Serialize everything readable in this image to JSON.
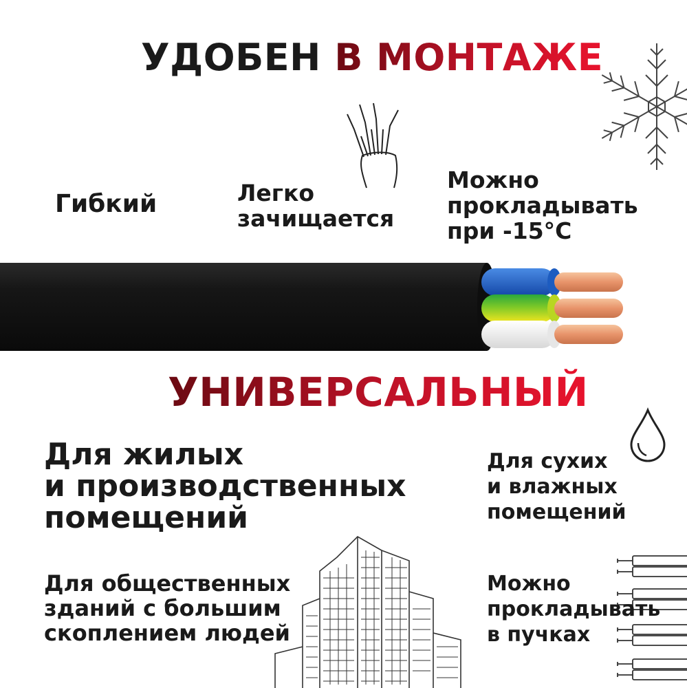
{
  "headings": {
    "top_dark": "УДОБЕН ",
    "top_red": "В МОНТАЖЕ",
    "middle": "УНИВЕРСАЛЬНЫЙ"
  },
  "features_top": {
    "flexible": "Гибкий",
    "easy_strip": [
      "Легко",
      "зачищается"
    ],
    "cold_install": [
      "Можно",
      "прокладывать",
      "при -15°C"
    ]
  },
  "features_bottom": {
    "residential": [
      "Для жилых",
      "и производственных",
      "помещений"
    ],
    "public": [
      "Для общественных",
      "зданий с большим",
      "скоплением людей"
    ],
    "dry_wet": [
      "Для сухих",
      "и влажных",
      "помещений"
    ],
    "bundles": [
      "Можно",
      "прокладывать",
      "в пучках"
    ]
  },
  "colors": {
    "accent_red": "#d41430",
    "dark_red": "#6b0a12",
    "cable_sheath": "#141414",
    "wire_blue": "#1e63c8",
    "wire_yellow": "#e6e21e",
    "wire_green": "#2aa83c",
    "wire_white": "#f4f4f4",
    "copper": "#e89a6a"
  },
  "icons": [
    "wire-strip-icon",
    "snowflake-icon",
    "water-drop-icon",
    "building-sketch-icon",
    "wire-bundle-icon",
    "cable-illustration"
  ]
}
